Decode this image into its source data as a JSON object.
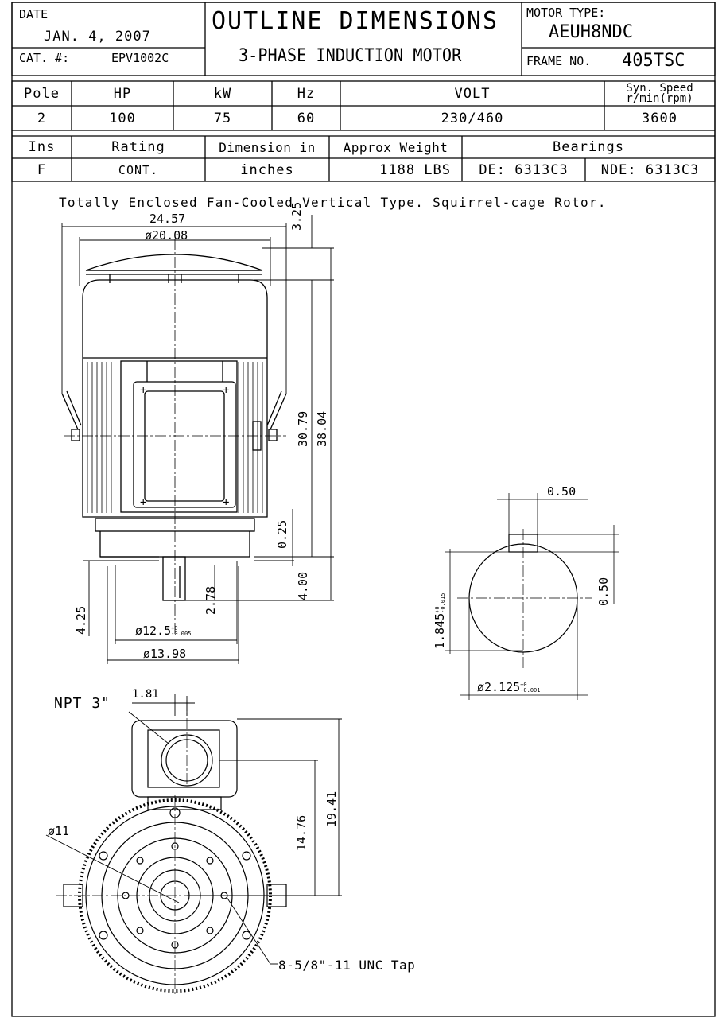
{
  "header": {
    "date_label": "DATE",
    "date_value": "JAN. 4, 2007",
    "cat_label": "CAT. #:",
    "cat_value": "EPV1002C",
    "title": "OUTLINE DIMENSIONS",
    "subtitle": "3-PHASE INDUCTION MOTOR",
    "motor_type_label": "MOTOR TYPE:",
    "motor_type_value": "AEUH8NDC",
    "frame_label": "FRAME NO.",
    "frame_value": "405TSC"
  },
  "specs1": {
    "headers": [
      "Pole",
      "HP",
      "kW",
      "Hz",
      "VOLT",
      "Syn. Speed",
      "r/min(rpm)"
    ],
    "values": [
      "2",
      "100",
      "75",
      "60",
      "230/460",
      "3600"
    ]
  },
  "specs2": {
    "headers": [
      "Ins",
      "Rating",
      "Dimension in",
      "Approx Weight",
      "Bearings"
    ],
    "values": [
      "F",
      "CONT.",
      "inches",
      "1188 LBS",
      "DE: 6313C3",
      "NDE: 6313C3"
    ]
  },
  "description": "Totally Enclosed Fan-Cooled Vertical Type. Squirrel-cage Rotor.",
  "dims": {
    "overall_width": "24.57",
    "body_dia": "ø20.08",
    "top_cap": "3.25",
    "height_a": "30.79",
    "height_b": "38.04",
    "flange_gap": "0.25",
    "shaft_len": "4.00",
    "key_len": "2.78",
    "base_h": "4.25",
    "pilot_dia": "ø12.5",
    "pilot_tol": "+0 -0.005",
    "bolt_circle": "ø13.98",
    "key_width": "0.50",
    "key_depth": "0.50",
    "shaft_key_h": "1.845",
    "shaft_key_tol": "+0 -0.015",
    "shaft_dia": "ø2.125",
    "shaft_dia_tol": "+0 -0.001",
    "npt": "NPT 3\"",
    "box_offset": "1.81",
    "box_h1": "14.76",
    "box_h2": "19.41",
    "flange_dia": "ø11",
    "tap": "8-5/8\"-11 UNC Tap"
  }
}
